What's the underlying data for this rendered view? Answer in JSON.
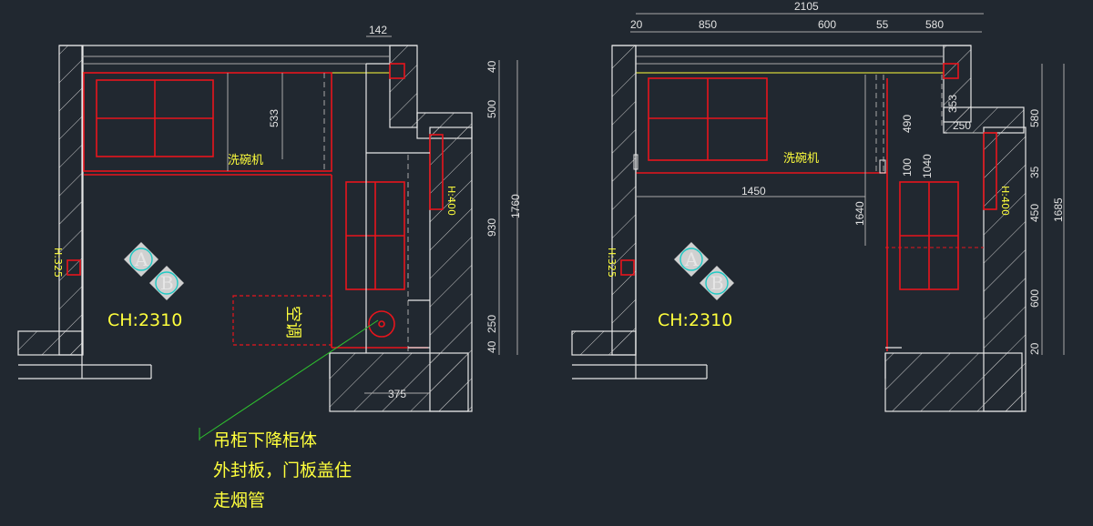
{
  "left_plan": {
    "dims_top": [
      "142"
    ],
    "dims_right": [
      "40",
      "500",
      "930",
      "250",
      "40"
    ],
    "dim_total": "1760",
    "dim_533": "533",
    "dim_bottom": "375",
    "label_dishwasher": "洗碗机",
    "label_ac": "空调",
    "label_h400": "H:400",
    "label_h325": "H:325",
    "label_ch": "CH:2310",
    "marker_a": "A",
    "marker_b": "B"
  },
  "right_plan": {
    "dim_total_top": "2105",
    "dims_top": [
      "20",
      "850",
      "600",
      "55",
      "580"
    ],
    "dims_right": [
      "580",
      "35",
      "450",
      "600",
      "20"
    ],
    "dim_total": "1685",
    "dim_353": "353",
    "dim_490": "490",
    "dim_250": "250",
    "dim_100": "100",
    "dim_1040": "1040",
    "dim_1450": "1450",
    "dim_1640": "1640",
    "label_dishwasher": "洗碗机",
    "label_h400": "H:400",
    "label_h325": "H:325",
    "label_ch": "CH:2310",
    "marker_a": "A",
    "marker_b": "B"
  },
  "annotation": {
    "lines": [
      "吊柜下降柜体",
      "外封板，门板盖住",
      "走烟管"
    ]
  },
  "colors": {
    "background": "#212830",
    "walls": "#e6e6e6",
    "cabinet": "#e8141c",
    "text": "#ffff3c",
    "leader": "#2ec42e",
    "marker": "#1fc9c4"
  }
}
